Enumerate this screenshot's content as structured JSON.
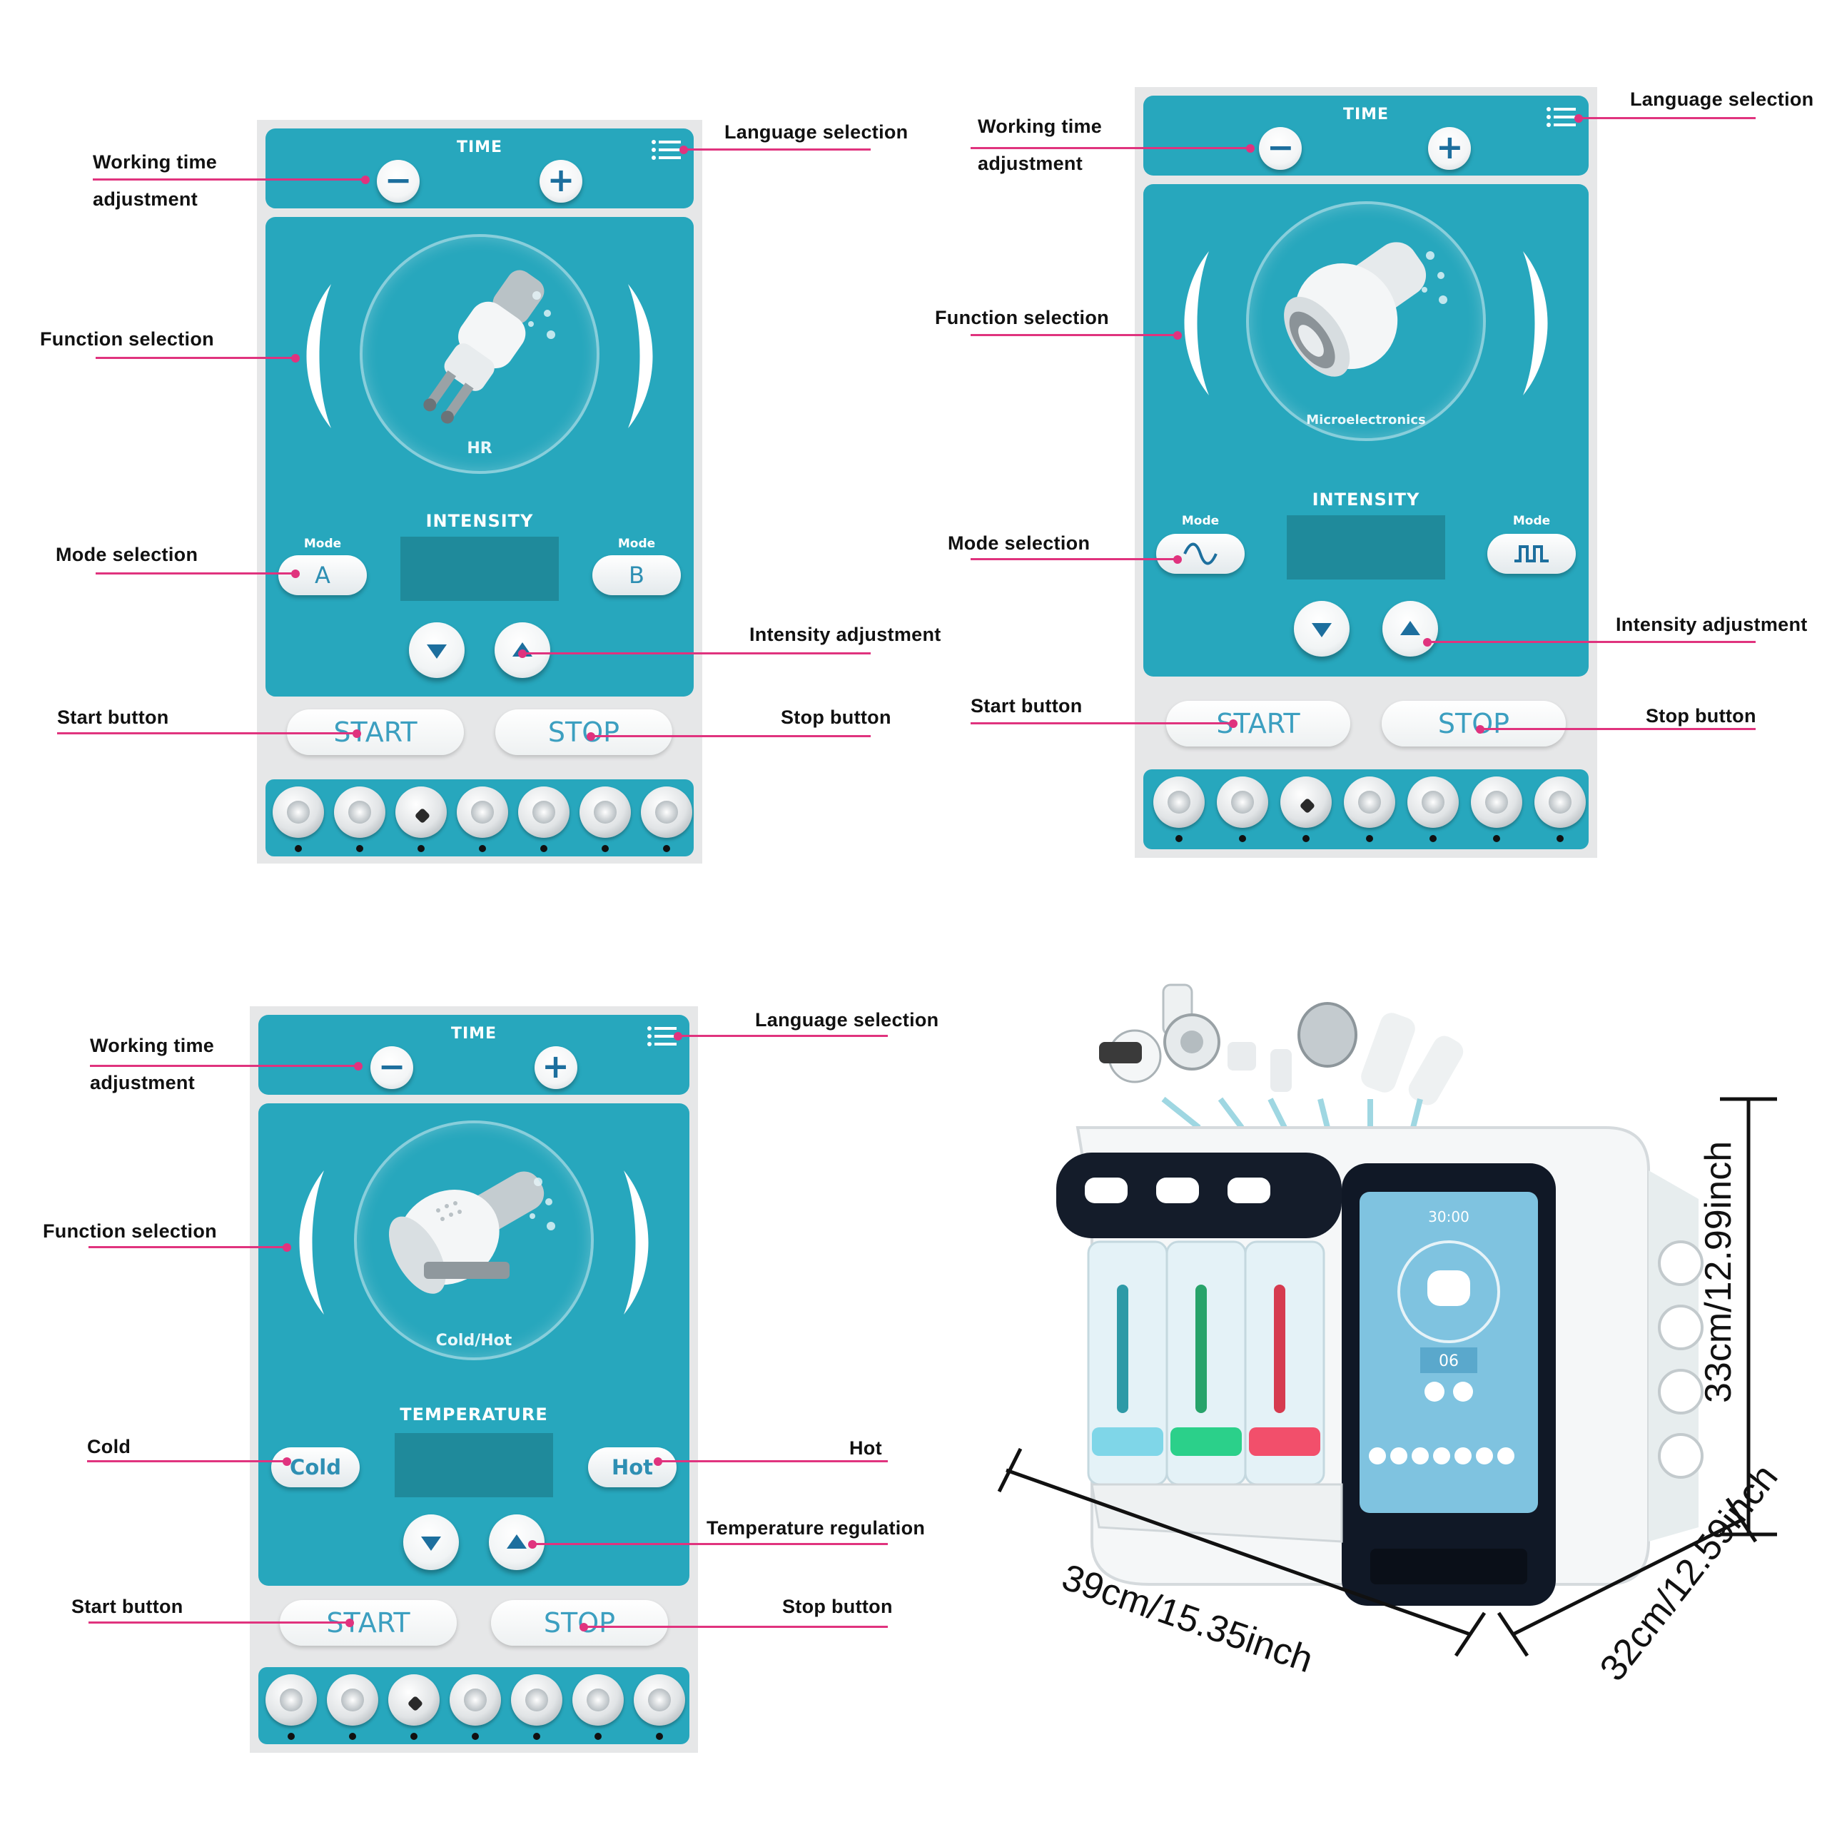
{
  "panels": [
    {
      "time_label": "TIME",
      "minus_symbol": "−",
      "plus_symbol": "+",
      "function_name": "HR",
      "center_label": "INTENSITY",
      "mode_left_label": "Mode",
      "mode_right_label": "Mode",
      "left_button": "A",
      "right_button": "B",
      "start": "START",
      "stop": "STOP",
      "handpiece_icon": "hr-probe-icon"
    },
    {
      "time_label": "TIME",
      "minus_symbol": "−",
      "plus_symbol": "+",
      "function_name": "Microelectronics",
      "center_label": "INTENSITY",
      "mode_left_label": "Mode",
      "mode_right_label": "Mode",
      "left_button_icon": "sine-wave-icon",
      "right_button_icon": "square-wave-icon",
      "start": "START",
      "stop": "STOP",
      "handpiece_icon": "microcurrent-probe-icon"
    },
    {
      "time_label": "TIME",
      "minus_symbol": "−",
      "plus_symbol": "+",
      "function_name": "Cold/Hot",
      "center_label": "TEMPERATURE",
      "left_button": "Cold",
      "right_button": "Hot",
      "start": "START",
      "stop": "STOP",
      "handpiece_icon": "cold-hot-hammer-icon"
    }
  ],
  "annotations": {
    "p1": {
      "working_time_1": "Working time",
      "working_time_2": "adjustment",
      "language": "Language selection",
      "function": "Function selection",
      "mode": "Mode selection",
      "intensity": "Intensity adjustment",
      "start": "Start button",
      "stop": "Stop button"
    },
    "p2": {
      "working_time_1": "Working time",
      "working_time_2": "adjustment",
      "language": "Language selection",
      "function": "Function selection",
      "mode": "Mode selection",
      "intensity": "Intensity adjustment",
      "start": "Start button",
      "stop": "Stop button"
    },
    "p3": {
      "working_time_1": "Working time",
      "working_time_2": "adjustment",
      "language": "Language selection",
      "function": "Function selection",
      "cold": "Cold",
      "hot": "Hot",
      "temperature": "Temperature regulation",
      "start": "Start button",
      "stop": "Stop button"
    }
  },
  "product": {
    "width_label": "39cm/15.35inch",
    "depth_label": "32cm/12.59inch",
    "height_label": "33cm/12.99inch",
    "screen_time": "30:00",
    "screen_value": "06"
  },
  "colors": {
    "screen_teal": "#27a7bd",
    "panel_gray": "#e6e7e8",
    "leader_pink": "#e0337e",
    "button_text_blue": "#3c9fc0"
  }
}
